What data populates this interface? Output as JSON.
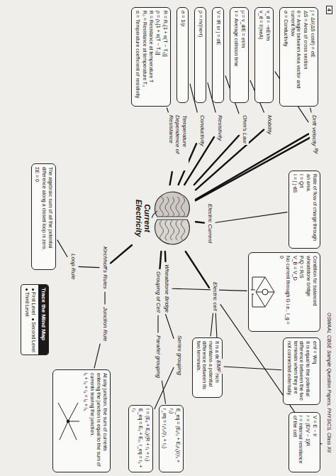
{
  "diagram": {
    "nodes": [
      {
        "text": [
          "Current Electricity"
        ]
      },
      {
        "text": [
          "Electric Current"
        ]
      },
      {
        "text": [
          "Rate of flow of charge through an area.",
          "I = Q/t",
          "I = ∫ j·dS"
        ]
      },
      {
        "text": [
          "Current density"
        ]
      },
      {
        "text": [
          "j = ΔI/(ΔS cosθ) = σE",
          "ΔS = Area of cross section",
          "θ = Angle between Area vector and current flow",
          "σ = Conductivity"
        ]
      },
      {
        "text": [
          "Drift velocity"
        ]
      },
      {
        "text": [
          "v_d = −eEτ/m",
          "v_d = I/(neA)"
        ]
      },
      {
        "text": [
          "Mobility"
        ]
      },
      {
        "text": [
          "μ = v_d/E = eτ/m",
          "τ = Average collision time"
        ]
      },
      {
        "text": [
          "Ohm's Law"
        ]
      },
      {
        "text": [
          "V = IR or j = σE"
        ]
      },
      {
        "text": [
          "Resistivity"
        ]
      },
      {
        "text": [
          "ρ = m/(ne²τ)"
        ]
      },
      {
        "text": [
          "Conductivity"
        ]
      },
      {
        "text": [
          "σ = 1/ρ"
        ]
      },
      {
        "text": [
          "Temperature Dependence of Resistance"
        ]
      },
      {
        "text": [
          "R = R₀[1 + α(T − T₀)]",
          "ρ = ρ₀[1 + α(T − T₀)]",
          "R = Resistance at temperature T",
          "R₀ = Resistance at temperature T₀",
          "α = Temperature coefficient of resistivity"
        ]
      },
      {
        "text": [
          "Wheatstone Bridge"
        ]
      },
      {
        "text": [
          "Condition for balanced wheatstone bridge",
          "P/Q = R/S",
          "V_B = V_D",
          "No current through G i.e., I_g = 0"
        ]
      },
      {
        "text": [
          "Electric cell"
        ]
      },
      {
        "text": [
          "It is a device which maintains a potential difference between its two terminals."
        ]
      },
      {
        "text": [
          "EMF"
        ]
      },
      {
        "text": [
          "emf = W/q",
          "It is equal to the potential difference between the two terminals when they are not connected externally."
        ]
      },
      {
        "text": [
          "Internal Resistance"
        ]
      },
      {
        "text": [
          "V = E − Ir",
          "r = (E/V − 1)R",
          "r = Internal resistance of the cell"
        ]
      },
      {
        "text": [
          "Grouping of Cell"
        ]
      },
      {
        "text": [
          "Parallel grouping"
        ]
      },
      {
        "text": [
          "E_eq = (E₁r₂ + E₂r₁)/(r₁ + r₂)",
          "r_eq = r₁r₂/(r₁ + r₂)"
        ]
      },
      {
        "text": [
          "Series grouping"
        ]
      },
      {
        "text": [
          "I = (E₁ + E₂)/(R + r₁ + r₂)",
          "E_eq = E₁ + E₂, r_eq = r₁ + r₂"
        ]
      },
      {
        "text": [
          "Kirchhoff's Rules"
        ]
      },
      {
        "text": [
          "Junction Rule"
        ]
      },
      {
        "text": [
          "At any junction, the sum of currents entering the junction is equal to the sum of currents leaving the junction.",
          "i₁ + i₂ + i₃ = i₄ + i₅"
        ]
      },
      {
        "text": [
          "Loop Rule"
        ]
      },
      {
        "text": [
          "The algebraic sum of all the potential difference along a closed loop is zero.",
          "ΣE = 0"
        ]
      },
      {
        "text": [
          "Trace the Mind Map",
          "First Level",
          "Second Level",
          "Third Level"
        ]
      }
    ],
    "edges": [
      {
        "from": 0,
        "to": 1,
        "arrow": "none"
      },
      {
        "from": 1,
        "to": 2,
        "arrow": "none"
      },
      {
        "from": 0,
        "to": 3,
        "arrow": "none"
      },
      {
        "from": 3,
        "to": 4,
        "arrow": "none"
      },
      {
        "from": 0,
        "to": 5,
        "arrow": "none"
      },
      {
        "from": 5,
        "to": 6,
        "arrow": "none"
      },
      {
        "from": 0,
        "to": 7,
        "arrow": "none"
      },
      {
        "from": 7,
        "to": 8,
        "arrow": "none"
      },
      {
        "from": 0,
        "to": 9,
        "arrow": "none"
      },
      {
        "from": 9,
        "to": 10,
        "arrow": "none"
      },
      {
        "from": 0,
        "to": 11,
        "arrow": "none"
      },
      {
        "from": 11,
        "to": 12,
        "arrow": "none"
      },
      {
        "from": 0,
        "to": 13,
        "arrow": "none"
      },
      {
        "from": 13,
        "to": 14,
        "arrow": "none"
      },
      {
        "from": 0,
        "to": 15,
        "arrow": "none"
      },
      {
        "from": 15,
        "to": 16,
        "arrow": "none"
      },
      {
        "from": 0,
        "to": 17,
        "arrow": "none"
      },
      {
        "from": 17,
        "to": 18,
        "arrow": "none"
      },
      {
        "from": 0,
        "to": 19,
        "arrow": "none"
      },
      {
        "from": 19,
        "to": 20,
        "arrow": "none"
      },
      {
        "from": 19,
        "to": 21,
        "arrow": "none"
      },
      {
        "from": 21,
        "to": 22,
        "arrow": "none"
      },
      {
        "from": 19,
        "to": 23,
        "arrow": "none"
      },
      {
        "from": 23,
        "to": 24,
        "arrow": "none"
      },
      {
        "from": 0,
        "to": 25,
        "arrow": "none"
      },
      {
        "from": 25,
        "to": 26,
        "arrow": "none"
      },
      {
        "from": 26,
        "to": 27,
        "arrow": "none"
      },
      {
        "from": 25,
        "to": 28,
        "arrow": "none"
      },
      {
        "from": 28,
        "to": 29,
        "arrow": "none"
      },
      {
        "from": 0,
        "to": 30,
        "arrow": "none"
      },
      {
        "from": 30,
        "to": 31,
        "arrow": "none"
      },
      {
        "from": 31,
        "to": 32,
        "arrow": "none"
      },
      {
        "from": 30,
        "to": 33,
        "arrow": "none"
      },
      {
        "from": 33,
        "to": 34,
        "arrow": "none"
      }
    ],
    "labels": [
      "4",
      "OSWAAL CBSE Sample Question Papers, PHYSICS, Class XII"
    ]
  }
}
